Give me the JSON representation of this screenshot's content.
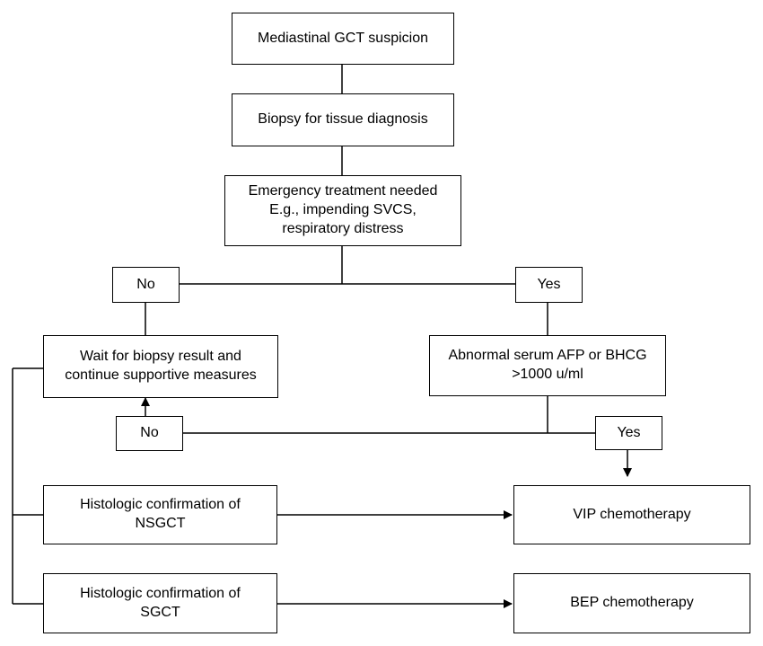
{
  "flowchart": {
    "start": "Mediastinal GCT suspicion",
    "biopsy": "Biopsy for tissue diagnosis",
    "emergency": [
      "Emergency treatment needed",
      "E.g., impending SVCS,",
      "respiratory distress"
    ],
    "no_label": "No",
    "yes_label": "Yes",
    "wait": [
      "Wait for biopsy result and",
      "continue supportive measures"
    ],
    "markers": [
      "Abnormal serum AFP or BHCG",
      ">1000 u/ml"
    ],
    "no2_label": "No",
    "yes2_label": "Yes",
    "nsgct": [
      "Histologic confirmation of",
      "NSGCT"
    ],
    "vip": "VIP chemotherapy",
    "sgct": [
      "Histologic confirmation of",
      "SGCT"
    ],
    "bep": "BEP chemotherapy"
  }
}
